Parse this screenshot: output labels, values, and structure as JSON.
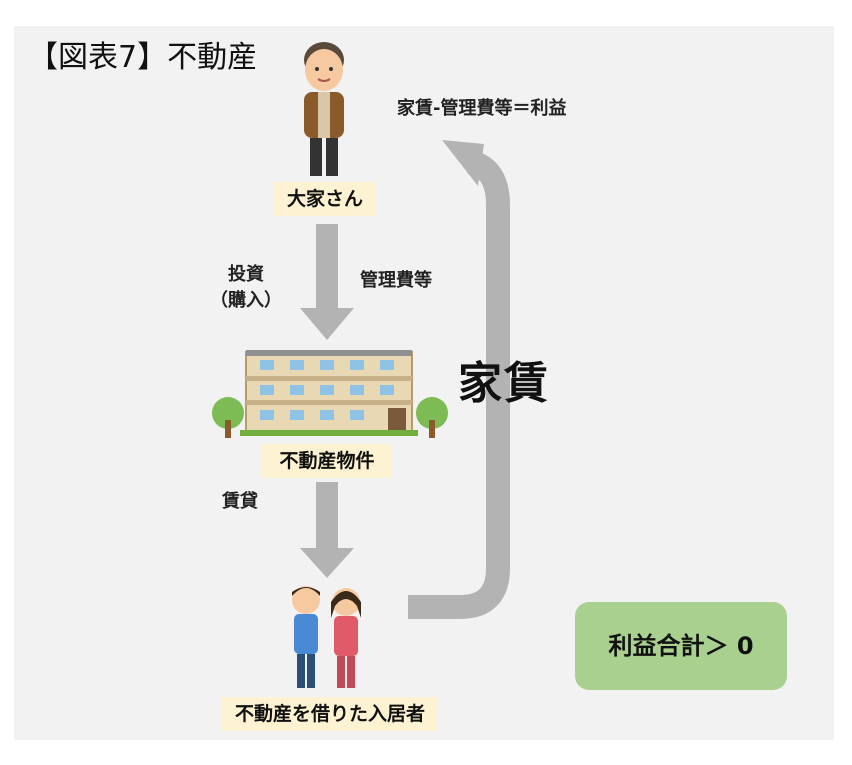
{
  "title": "【図表7】不動産",
  "nodes": {
    "landlord": "大家さん",
    "property": "不動産物件",
    "tenants": "不動産を借りた入居者"
  },
  "labels": {
    "investment": "投資\n（購入）",
    "management_fee": "管理費等",
    "rental": "賃貸",
    "rent": "家賃",
    "formula": "家賃-管理費等＝利益"
  },
  "profit_box": "利益合計＞ 0",
  "colors": {
    "panel_bg": "#f2f2f2",
    "label_bg": "#fdf3d2",
    "arrow": "#b3b3b3",
    "profit_bg": "#a9d08e"
  }
}
